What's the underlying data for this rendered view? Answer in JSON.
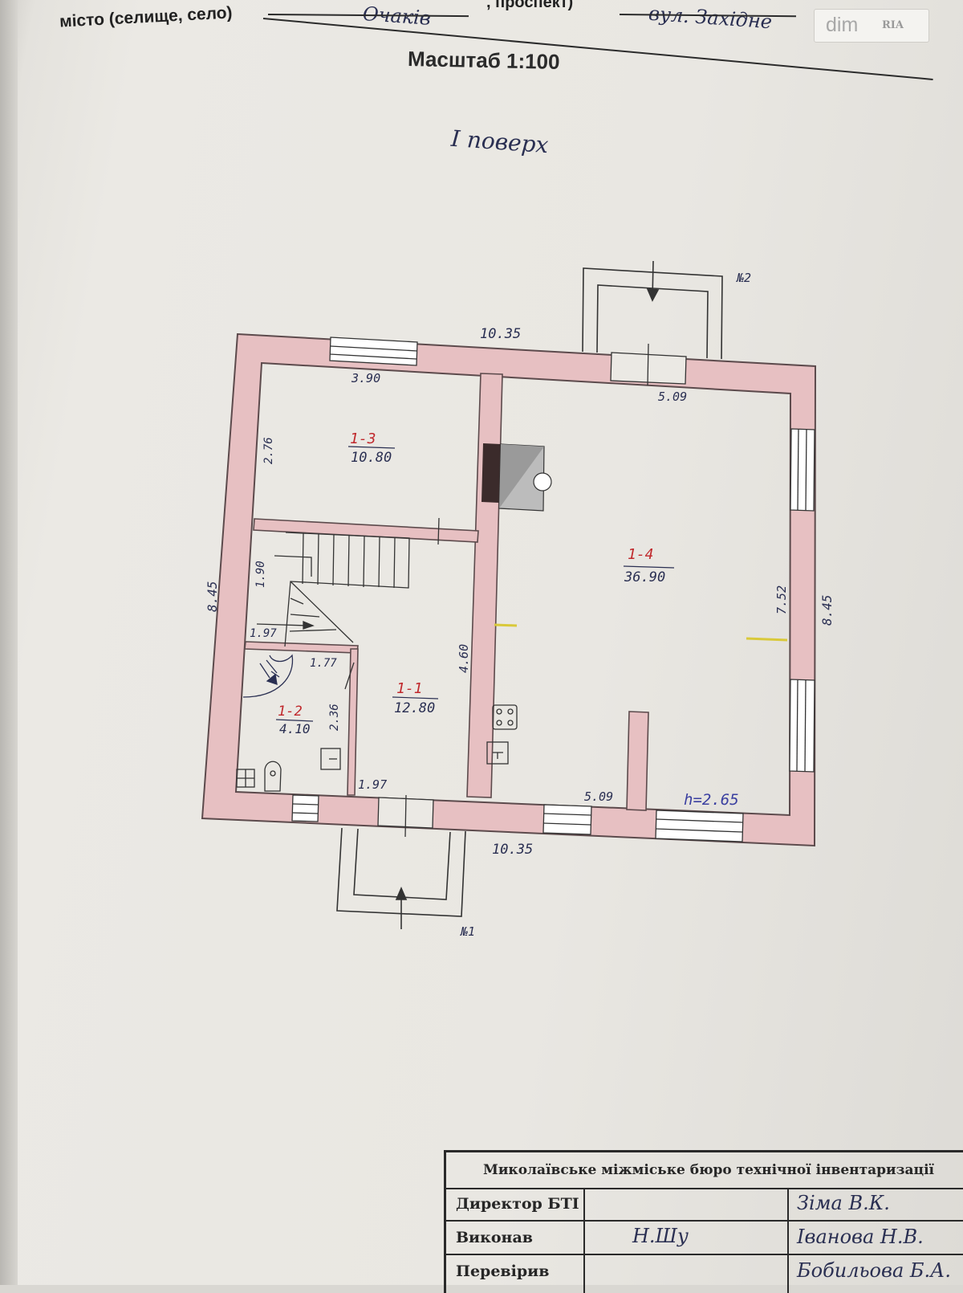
{
  "header": {
    "city_label": "місто (селище, село)",
    "city_value": "Очаків",
    "street_label": ", проспект)",
    "street_value": "вул. Західне"
  },
  "watermark": {
    "brand": "dim",
    "sub": "RIA"
  },
  "scale_text": "Масштаб 1:100",
  "floor_title": "I поверх",
  "plan": {
    "dimensions": {
      "top_overall": "10.35",
      "bottom_overall": "10.35",
      "left_overall": "8.45",
      "right_overall": "8.45",
      "room13_width": "3.90",
      "room13_depth": "2.76",
      "room14_top": "5.09",
      "room14_bottom": "5.09",
      "room14_depth": "7.52",
      "stair_height": "1.90",
      "stair_width": "1.97",
      "hall_depth": "4.60",
      "hall_bottom": "1.97",
      "bath_width": "1.77",
      "bath_depth": "2.36",
      "ceiling_height": "h=2.65"
    },
    "rooms": [
      {
        "id": "1-3",
        "area": "10.80"
      },
      {
        "id": "1-4",
        "area": "36.90"
      },
      {
        "id": "1-1",
        "area": "12.80"
      },
      {
        "id": "1-2",
        "area": "4.10"
      }
    ],
    "entrances": {
      "e1": "№1",
      "e2": "№2"
    }
  },
  "stamp": {
    "organization": "Миколаївське міжміське бюро технічної інвентаризації",
    "rows": [
      {
        "label": "Директор БТІ",
        "signature": "",
        "name": "Зіма В.К."
      },
      {
        "label": "Виконав",
        "signature": "Н.Шу",
        "name": "Іванова Н.В."
      },
      {
        "label": "Перевірив",
        "signature": "",
        "name": "Бобильова Б.А."
      }
    ]
  },
  "colors": {
    "wall": "#e7c0c2",
    "wall_edge": "#5c4a4c",
    "paper": "#e9e7e2",
    "ink": "#2a2f52",
    "red_ink": "#c0282c",
    "door_mark": "#d9c93a"
  }
}
